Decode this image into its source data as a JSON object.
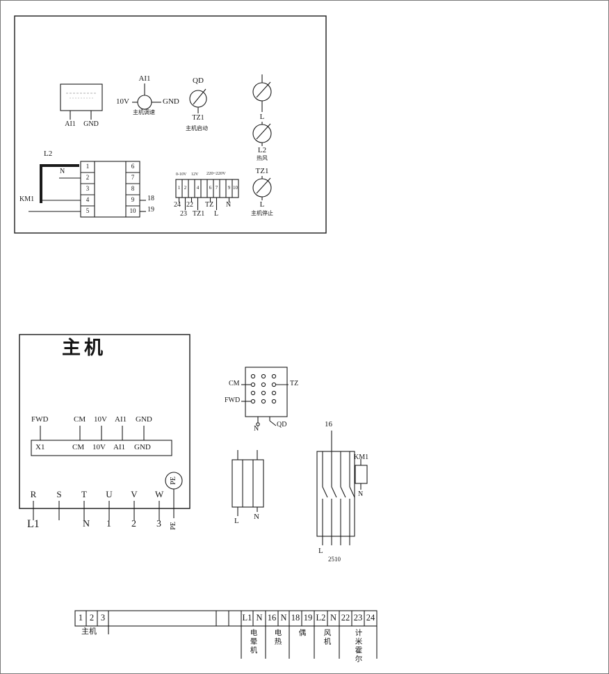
{
  "top_panel": {
    "psu": {
      "pins": [
        "AI1",
        "GND"
      ]
    },
    "pot": {
      "top": "AI1",
      "left": "10V",
      "right": "GND",
      "caption": "主机调速"
    },
    "start": {
      "top": "QD",
      "bottom": "TZ1",
      "caption": "主机启动"
    },
    "hot_air": {
      "top": "L",
      "bottom": "L2",
      "caption": "热风"
    },
    "stop": {
      "top": "TZ1",
      "bottom": "L",
      "caption": "主机停止"
    },
    "relay": {
      "bus": "L2",
      "neutral": "N",
      "coil": "KM1",
      "out_a": "18",
      "out_b": "19",
      "left_pins": [
        "1",
        "2",
        "3",
        "4",
        "5"
      ],
      "right_pins": [
        "6",
        "7",
        "8",
        "9",
        "10"
      ]
    },
    "tstrip": {
      "tiny_left": "0-10V",
      "tiny_mid": "12V",
      "tiny_right": "220~220V",
      "cells": [
        "1",
        "2",
        "",
        "4",
        "",
        "6",
        "7",
        "",
        "9",
        "10"
      ],
      "lbl_24": "24",
      "lbl_23": "23",
      "lbl_22": "22",
      "lbl_tz1": "TZ1",
      "lbl_tz": "TZ",
      "lbl_l": "L",
      "lbl_n": "N"
    }
  },
  "main_unit": {
    "title": "主机",
    "top_labels": [
      "FWD",
      "CM",
      "10V",
      "AI1",
      "GND"
    ],
    "x1_labels": [
      "X1",
      "CM",
      "10V",
      "AI1",
      "GND"
    ],
    "pe": "PE",
    "phases": [
      "R",
      "S",
      "T",
      "U",
      "V",
      "W"
    ],
    "wires": [
      "L1",
      "N",
      "1",
      "2",
      "3"
    ],
    "pe_wire": "PE"
  },
  "connector": {
    "cm": "CM",
    "tz": "TZ",
    "fwd": "FWD",
    "n": "N",
    "qd": "QD"
  },
  "filter": {
    "l": "L",
    "n": "N"
  },
  "contactor": {
    "feed": "16",
    "coil": "KM1",
    "n": "N",
    "l": "L",
    "model": "2510"
  },
  "bottom_strip": {
    "cells": [
      "1",
      "2",
      "3",
      "",
      "",
      "",
      "L1",
      "N",
      "16",
      "N",
      "18",
      "19",
      "L2",
      "N",
      "22",
      "23",
      "24"
    ],
    "groups": [
      {
        "label": "主机"
      },
      {
        "label": "电晕机"
      },
      {
        "label": "电热"
      },
      {
        "label": "偶"
      },
      {
        "label": "风机"
      },
      {
        "label": "计米霍尔"
      }
    ]
  }
}
